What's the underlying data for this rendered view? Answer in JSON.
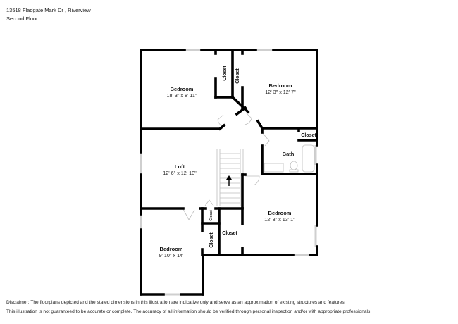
{
  "header": {
    "address": "13518 Fladgate Mark Dr , Riverview",
    "floor": "Second Floor"
  },
  "rooms": {
    "bedroom_nw": {
      "name": "Bedroom",
      "dims": "18' 3\" x 8' 11\""
    },
    "bedroom_ne": {
      "name": "Bedroom",
      "dims": "12' 3\" x 12' 7\""
    },
    "loft": {
      "name": "Loft",
      "dims": "12' 6\" x 12' 10\""
    },
    "bath": {
      "name": "Bath"
    },
    "bedroom_se": {
      "name": "Bedroom",
      "dims": "12' 3\" x 13' 1\""
    },
    "bedroom_sw": {
      "name": "Bedroom",
      "dims": "9' 10\" x 14'"
    }
  },
  "closets": {
    "closet_nw": "Closet",
    "closet_ne": "Closet",
    "closet_bath": "Closet",
    "closet_small": "Closet",
    "closet_sw": "Closet",
    "closet_se": "Closet"
  },
  "colors": {
    "wall": "#000000",
    "window": "#cfcfcf",
    "fixture": "#bdbdbd"
  },
  "disclaimer": {
    "line1": "Disclaimer: The floorplans depicted and the stated dimensions in this illustration are indicative only and serve as an approximation of existing structures and features.",
    "line2": "This illustration is not guaranteed to be accurate or complete. The accuracy of all information should be verified through personal inspection and/or with appropriate professionals."
  }
}
